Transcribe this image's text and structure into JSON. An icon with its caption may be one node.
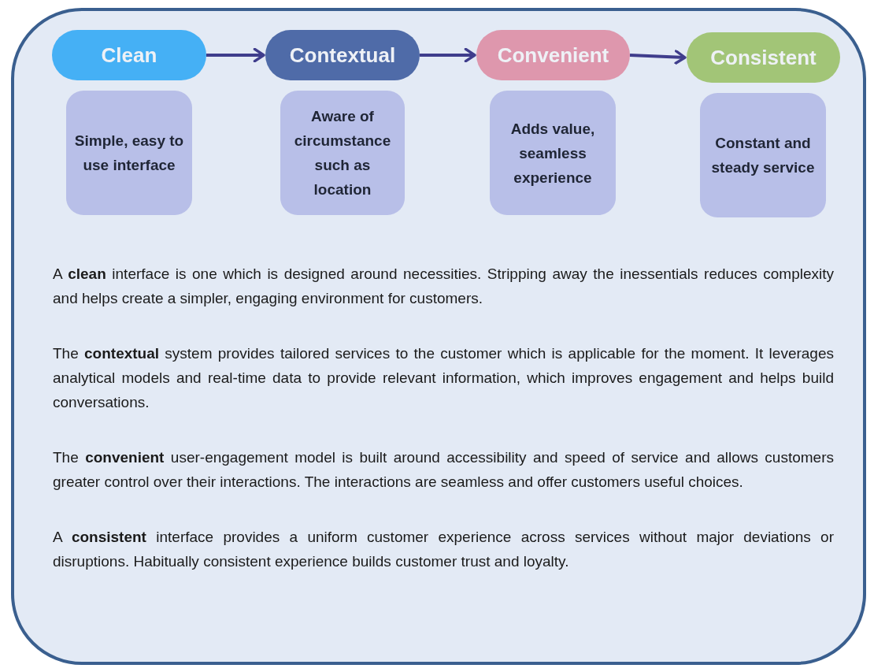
{
  "diagram": {
    "nodes": [
      {
        "text": [
          "A **clean** interface is one which is designed around necessities. Stripping away the inessentials reduces complexity and helps create a simpler, engaging environment for customers.",
          "The **contextual** system provides tailored services to the customer which is applicable for the moment. It leverages analytical models and real-time data to provide relevant information, which improves engagement and helps build conversations.",
          "The **convenient** user-engagement model is built around accessibility and speed of service and allows customers greater control over their interactions. The interactions are seamless and offer customers useful choices.",
          "A **consistent** interface provides a uniform customer experience across services without major deviations or disruptions. Habitually consistent experience builds customer trust and loyalty."
        ]
      },
      {
        "text": [
          "Clean"
        ],
        "in": 0
      },
      {
        "text": [
          "Contextual"
        ],
        "in": 0
      },
      {
        "text": [
          "Convenient"
        ],
        "in": 0
      },
      {
        "text": [
          "Consistent"
        ],
        "in": 0
      },
      {
        "text": [
          "Simple, easy to use interface"
        ],
        "in": 0
      },
      {
        "text": [
          "Aware of circumstance such as location"
        ],
        "in": 0
      },
      {
        "text": [
          "Adds value, seamless experience"
        ],
        "in": 0
      },
      {
        "text": [
          "Constant and steady service"
        ],
        "in": 0
      }
    ],
    "edges": [
      {
        "from": 1,
        "to": 2,
        "arrow": "to"
      },
      {
        "from": 2,
        "to": 3,
        "arrow": "to"
      },
      {
        "from": 3,
        "to": 4,
        "arrow": "to"
      }
    ]
  }
}
